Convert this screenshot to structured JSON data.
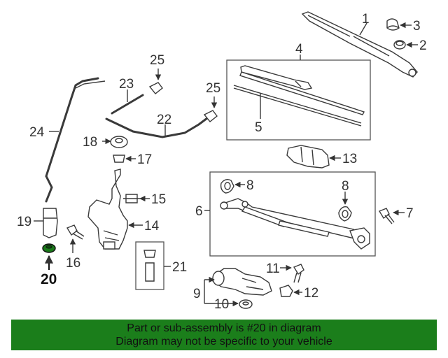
{
  "highlight_color": "#1a7a1a",
  "footer_bg": "#1b7e1b",
  "callouts": {
    "c1": "1",
    "c2": "2",
    "c3": "3",
    "c4": "4",
    "c5": "5",
    "c6": "6",
    "c7": "7",
    "c8a": "8",
    "c8b": "8",
    "c9": "9",
    "c10": "10",
    "c11": "11",
    "c12": "12",
    "c13": "13",
    "c14": "14",
    "c15": "15",
    "c16": "16",
    "c17": "17",
    "c18": "18",
    "c19": "19",
    "c20": "20",
    "c21": "21",
    "c22": "22",
    "c23": "23",
    "c24": "24",
    "c25a": "25",
    "c25b": "25"
  },
  "footer": {
    "line1": "Part or sub-assembly is #20 in diagram",
    "line2": "Diagram may not be specific to your vehicle"
  }
}
